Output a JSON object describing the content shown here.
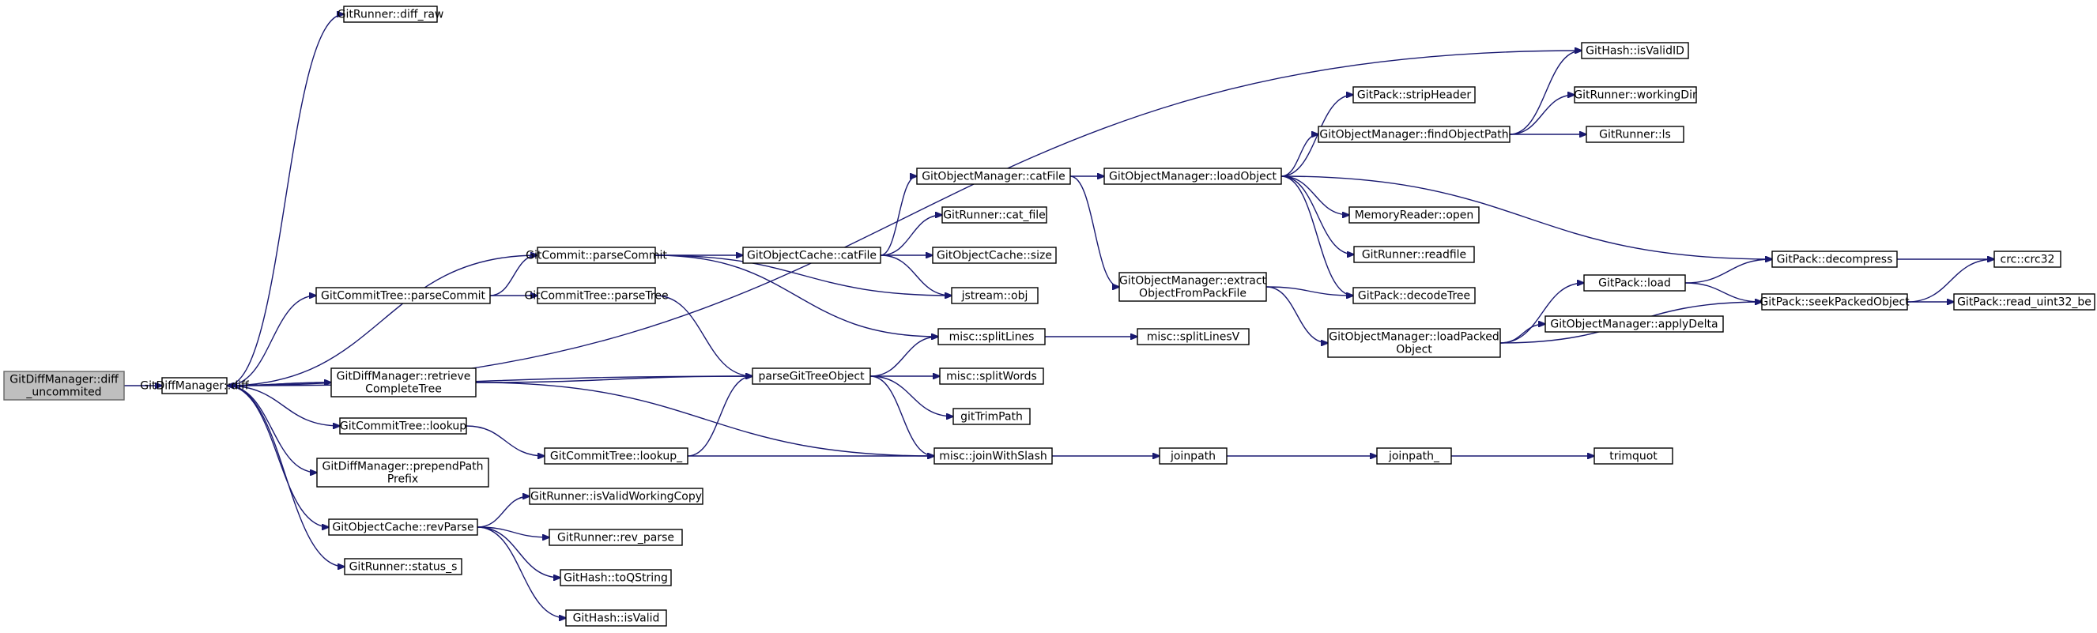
{
  "diagram": {
    "edge_color": "#191970",
    "root_fill": "#bfbfbf",
    "nodes": [
      {
        "id": "diff_uncommited",
        "lines": [
          "GitDiffManager::diff",
          "_uncommited"
        ],
        "root": true
      },
      {
        "id": "diff",
        "lines": [
          "GitDiffManager::diff"
        ]
      },
      {
        "id": "diff_raw",
        "lines": [
          "GitRunner::diff_raw"
        ]
      },
      {
        "id": "isValidID",
        "lines": [
          "GitHash::isValidID"
        ]
      },
      {
        "id": "parseCommit",
        "lines": [
          "GitCommit::parseCommit"
        ]
      },
      {
        "id": "ctParseCommit",
        "lines": [
          "GitCommitTree::parseCommit"
        ]
      },
      {
        "id": "parseTree",
        "lines": [
          "GitCommitTree::parseTree"
        ]
      },
      {
        "id": "retrieveCompleteTree",
        "lines": [
          "GitDiffManager::retrieve",
          "CompleteTree"
        ]
      },
      {
        "id": "ctLookup",
        "lines": [
          "GitCommitTree::lookup"
        ]
      },
      {
        "id": "ctLookup_",
        "lines": [
          "GitCommitTree::lookup_"
        ]
      },
      {
        "id": "prependPathPrefix",
        "lines": [
          "GitDiffManager::prependPath",
          "Prefix"
        ]
      },
      {
        "id": "revParse",
        "lines": [
          "GitObjectCache::revParse"
        ]
      },
      {
        "id": "statusS",
        "lines": [
          "GitRunner::status_s"
        ]
      },
      {
        "id": "isValidWorkingCopy",
        "lines": [
          "GitRunner::isValidWorkingCopy"
        ]
      },
      {
        "id": "rev_parse",
        "lines": [
          "GitRunner::rev_parse"
        ]
      },
      {
        "id": "toQString",
        "lines": [
          "GitHash::toQString"
        ]
      },
      {
        "id": "isValid",
        "lines": [
          "GitHash::isValid"
        ]
      },
      {
        "id": "cacheCatFile",
        "lines": [
          "GitObjectCache::catFile"
        ]
      },
      {
        "id": "omCatFile",
        "lines": [
          "GitObjectManager::catFile"
        ]
      },
      {
        "id": "runnerCatFile",
        "lines": [
          "GitRunner::cat_file"
        ]
      },
      {
        "id": "cacheSize",
        "lines": [
          "GitObjectCache::size"
        ]
      },
      {
        "id": "jstreamObj",
        "lines": [
          "jstream::obj"
        ]
      },
      {
        "id": "parseGitTreeObject",
        "lines": [
          "parseGitTreeObject"
        ]
      },
      {
        "id": "splitLines",
        "lines": [
          "misc::splitLines"
        ]
      },
      {
        "id": "splitWords",
        "lines": [
          "misc::splitWords"
        ]
      },
      {
        "id": "gitTrimPath",
        "lines": [
          "gitTrimPath"
        ]
      },
      {
        "id": "joinWithSlash",
        "lines": [
          "misc::joinWithSlash"
        ]
      },
      {
        "id": "splitLinesV",
        "lines": [
          "misc::splitLinesV"
        ]
      },
      {
        "id": "joinpath",
        "lines": [
          "joinpath"
        ]
      },
      {
        "id": "joinpath_",
        "lines": [
          "joinpath_"
        ]
      },
      {
        "id": "trimquot",
        "lines": [
          "trimquot"
        ]
      },
      {
        "id": "loadObject",
        "lines": [
          "GitObjectManager::loadObject"
        ]
      },
      {
        "id": "extractObject",
        "lines": [
          "GitObjectManager::extract",
          "ObjectFromPackFile"
        ]
      },
      {
        "id": "stripHeader",
        "lines": [
          "GitPack::stripHeader"
        ]
      },
      {
        "id": "findObjectPath",
        "lines": [
          "GitObjectManager::findObjectPath"
        ]
      },
      {
        "id": "memOpen",
        "lines": [
          "MemoryReader::open"
        ]
      },
      {
        "id": "readfile",
        "lines": [
          "GitRunner::readfile"
        ]
      },
      {
        "id": "decodeTree",
        "lines": [
          "GitPack::decodeTree"
        ]
      },
      {
        "id": "loadPackedObject",
        "lines": [
          "GitObjectManager::loadPacked",
          "Object"
        ]
      },
      {
        "id": "workingDir",
        "lines": [
          "GitRunner::workingDir"
        ]
      },
      {
        "id": "runnerLs",
        "lines": [
          "GitRunner::ls"
        ]
      },
      {
        "id": "packLoad",
        "lines": [
          "GitPack::load"
        ]
      },
      {
        "id": "applyDelta",
        "lines": [
          "GitObjectManager::applyDelta"
        ]
      },
      {
        "id": "decompress",
        "lines": [
          "GitPack::decompress"
        ]
      },
      {
        "id": "seekPackedObject",
        "lines": [
          "GitPack::seekPackedObject"
        ]
      },
      {
        "id": "crc32",
        "lines": [
          "crc::crc32"
        ]
      },
      {
        "id": "readUint32",
        "lines": [
          "GitPack::read_uint32_be"
        ]
      }
    ],
    "edges": [
      [
        "diff_uncommited",
        "diff"
      ],
      [
        "diff",
        "diff_raw"
      ],
      [
        "diff",
        "isValidID"
      ],
      [
        "diff",
        "parseCommit"
      ],
      [
        "diff",
        "ctParseCommit"
      ],
      [
        "diff",
        "parseGitTreeObject"
      ],
      [
        "diff",
        "retrieveCompleteTree"
      ],
      [
        "retrieveCompleteTree",
        "diff"
      ],
      [
        "diff",
        "ctLookup"
      ],
      [
        "diff",
        "prependPathPrefix"
      ],
      [
        "diff",
        "revParse"
      ],
      [
        "diff",
        "statusS"
      ],
      [
        "ctParseCommit",
        "parseCommit"
      ],
      [
        "ctParseCommit",
        "parseTree"
      ],
      [
        "retrieveCompleteTree",
        "parseGitTreeObject"
      ],
      [
        "retrieveCompleteTree",
        "joinWithSlash"
      ],
      [
        "ctLookup",
        "ctLookup_"
      ],
      [
        "revParse",
        "isValidWorkingCopy"
      ],
      [
        "revParse",
        "rev_parse"
      ],
      [
        "revParse",
        "toQString"
      ],
      [
        "revParse",
        "isValid"
      ],
      [
        "parseCommit",
        "cacheCatFile"
      ],
      [
        "parseCommit",
        "jstreamObj"
      ],
      [
        "parseCommit",
        "splitLines"
      ],
      [
        "parseTree",
        "parseGitTreeObject"
      ],
      [
        "ctLookup_",
        "parseGitTreeObject"
      ],
      [
        "ctLookup_",
        "joinWithSlash"
      ],
      [
        "cacheCatFile",
        "omCatFile"
      ],
      [
        "cacheCatFile",
        "runnerCatFile"
      ],
      [
        "cacheCatFile",
        "cacheSize"
      ],
      [
        "cacheCatFile",
        "jstreamObj"
      ],
      [
        "parseGitTreeObject",
        "splitLines"
      ],
      [
        "parseGitTreeObject",
        "splitWords"
      ],
      [
        "parseGitTreeObject",
        "gitTrimPath"
      ],
      [
        "parseGitTreeObject",
        "joinWithSlash"
      ],
      [
        "splitLines",
        "splitLinesV"
      ],
      [
        "joinWithSlash",
        "joinpath"
      ],
      [
        "joinpath",
        "joinpath_"
      ],
      [
        "joinpath_",
        "trimquot"
      ],
      [
        "omCatFile",
        "loadObject"
      ],
      [
        "omCatFile",
        "extractObject"
      ],
      [
        "loadObject",
        "stripHeader"
      ],
      [
        "loadObject",
        "findObjectPath"
      ],
      [
        "loadObject",
        "memOpen"
      ],
      [
        "loadObject",
        "readfile"
      ],
      [
        "loadObject",
        "decodeTree"
      ],
      [
        "loadObject",
        "decompress"
      ],
      [
        "extractObject",
        "decodeTree"
      ],
      [
        "extractObject",
        "loadPackedObject"
      ],
      [
        "findObjectPath",
        "isValidID"
      ],
      [
        "findObjectPath",
        "workingDir"
      ],
      [
        "findObjectPath",
        "runnerLs"
      ],
      [
        "loadPackedObject",
        "packLoad"
      ],
      [
        "loadPackedObject",
        "applyDelta"
      ],
      [
        "loadPackedObject",
        "seekPackedObject"
      ],
      [
        "packLoad",
        "decompress"
      ],
      [
        "packLoad",
        "seekPackedObject"
      ],
      [
        "decompress",
        "crc32"
      ],
      [
        "seekPackedObject",
        "crc32"
      ],
      [
        "seekPackedObject",
        "readUint32"
      ]
    ]
  }
}
